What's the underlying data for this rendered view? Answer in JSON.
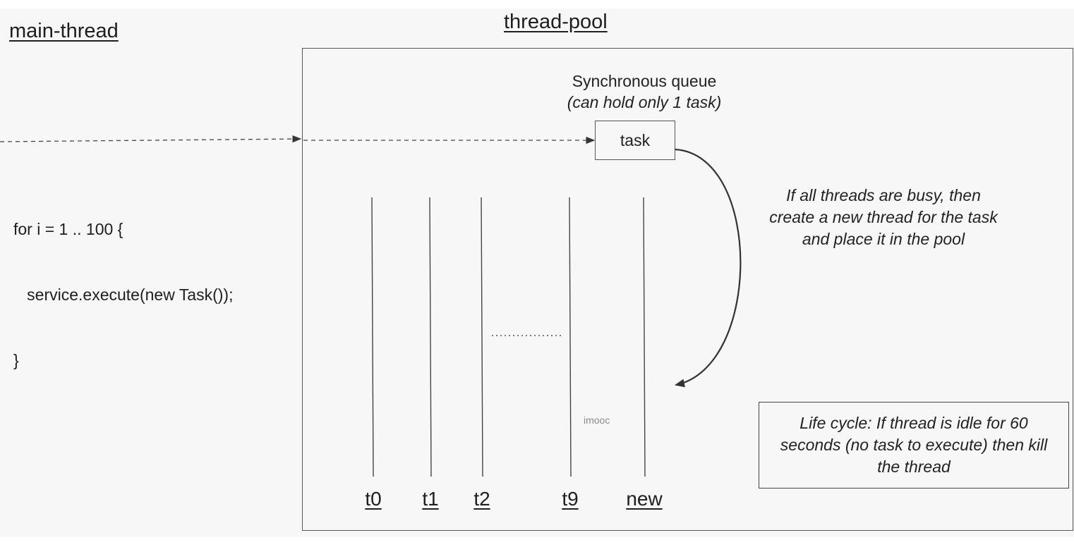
{
  "main_thread": {
    "title": "main-thread"
  },
  "thread_pool": {
    "title": "thread-pool"
  },
  "code": {
    "lines": [
      "for i = 1 .. 100 {",
      "   service.execute(new Task());",
      "}"
    ]
  },
  "queue": {
    "title": "Synchronous queue",
    "subtitle": "(can hold only 1 task)",
    "task_label": "task"
  },
  "note": {
    "lines": [
      "If all threads are busy, then",
      "create a new thread for the task",
      "and place it in the pool"
    ]
  },
  "life_cycle": {
    "text": "Life cycle: If thread is idle for 60 seconds (no task to execute) then kill the thread"
  },
  "threads": [
    "t0",
    "t1",
    "t2",
    "t9",
    "new"
  ],
  "watermark": "imooc"
}
